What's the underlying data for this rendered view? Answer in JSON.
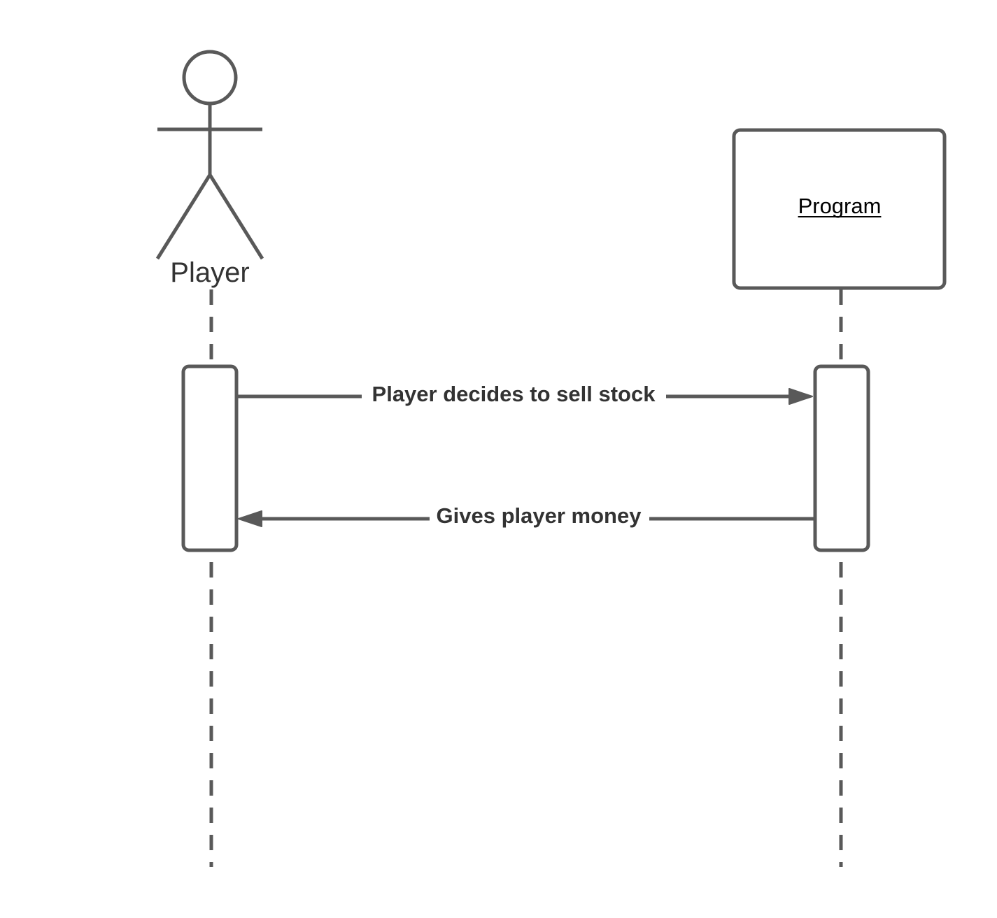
{
  "diagram": {
    "type": "sequence",
    "stroke_color": "#595959",
    "text_color": "#333333",
    "actor": {
      "label": "Player",
      "shape": "stick-figure"
    },
    "object": {
      "label": "Program",
      "underlined": true
    },
    "messages": [
      {
        "label": "Player decides to sell stock",
        "from": "Player",
        "to": "Program",
        "arrow": "filled"
      },
      {
        "label": "Gives player money",
        "from": "Program",
        "to": "Player",
        "arrow": "filled"
      }
    ]
  }
}
